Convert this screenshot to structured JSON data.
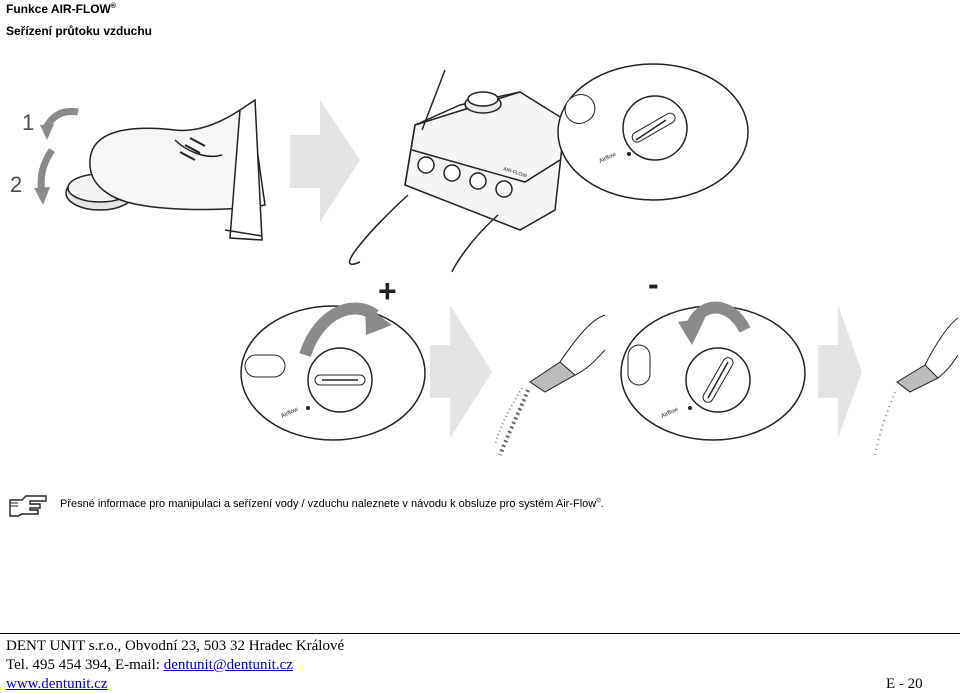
{
  "header": {
    "title": "Funkce AIR-FLOW",
    "title_sup": "®",
    "subtitle": "Seřízení průtoku vzduchu"
  },
  "illustration": {
    "step1": "1",
    "step2": "2",
    "plus_sign": "+",
    "minus_sign": "-",
    "knob_label": "Airflow",
    "device_label": "AIR-FLOW"
  },
  "note": {
    "text": "Přesné informace pro manipulaci a seřízení vody / vzduchu naleznete v návodu k obsluze pro systém Air-Flow",
    "sup": "®",
    "end": "."
  },
  "footer": {
    "line1": "DENT UNIT s.r.o., Obvodní 23, 503 32 Hradec Králové",
    "line2_prefix": "Tel. 495 454 394, E-mail: ",
    "email": "dentunit@dentunit.cz",
    "website": "www.dentunit.cz",
    "page_number": "E - 20"
  }
}
